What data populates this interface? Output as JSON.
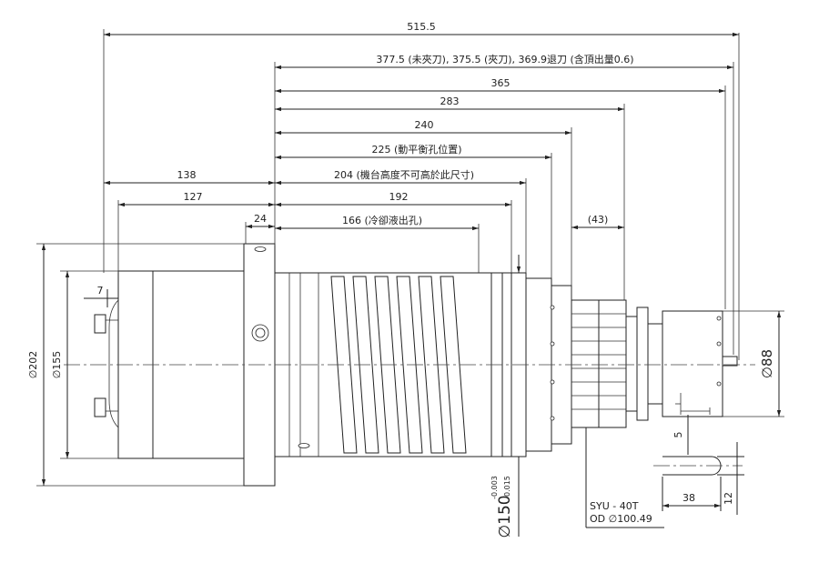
{
  "dimensions": {
    "overall": "515.5",
    "clamp": "377.5 (未夾刀), 375.5 (夾刀), 369.9退刀 (含頂出量0.6)",
    "d365": "365",
    "d283": "283",
    "d240": "240",
    "d225": "225 (動平衡孔位置)",
    "d204": "204 (機台高度不可高於此尺寸)",
    "d192": "192",
    "d166": "166 (冷卻液出孔)",
    "d138": "138",
    "d127": "127",
    "d24": "24",
    "d43": "(43)",
    "d7": "7",
    "d5": "5",
    "d38": "38",
    "d12": "12",
    "dia202": "∅202",
    "dia155": "∅155",
    "dia150": "∅150",
    "tol_upper": "-0.003",
    "tol_lower": "-0.015",
    "dia88": "∅88"
  },
  "notes": {
    "syu_line1": "SYU - 40T",
    "syu_line2": "OD ∅100.49"
  }
}
